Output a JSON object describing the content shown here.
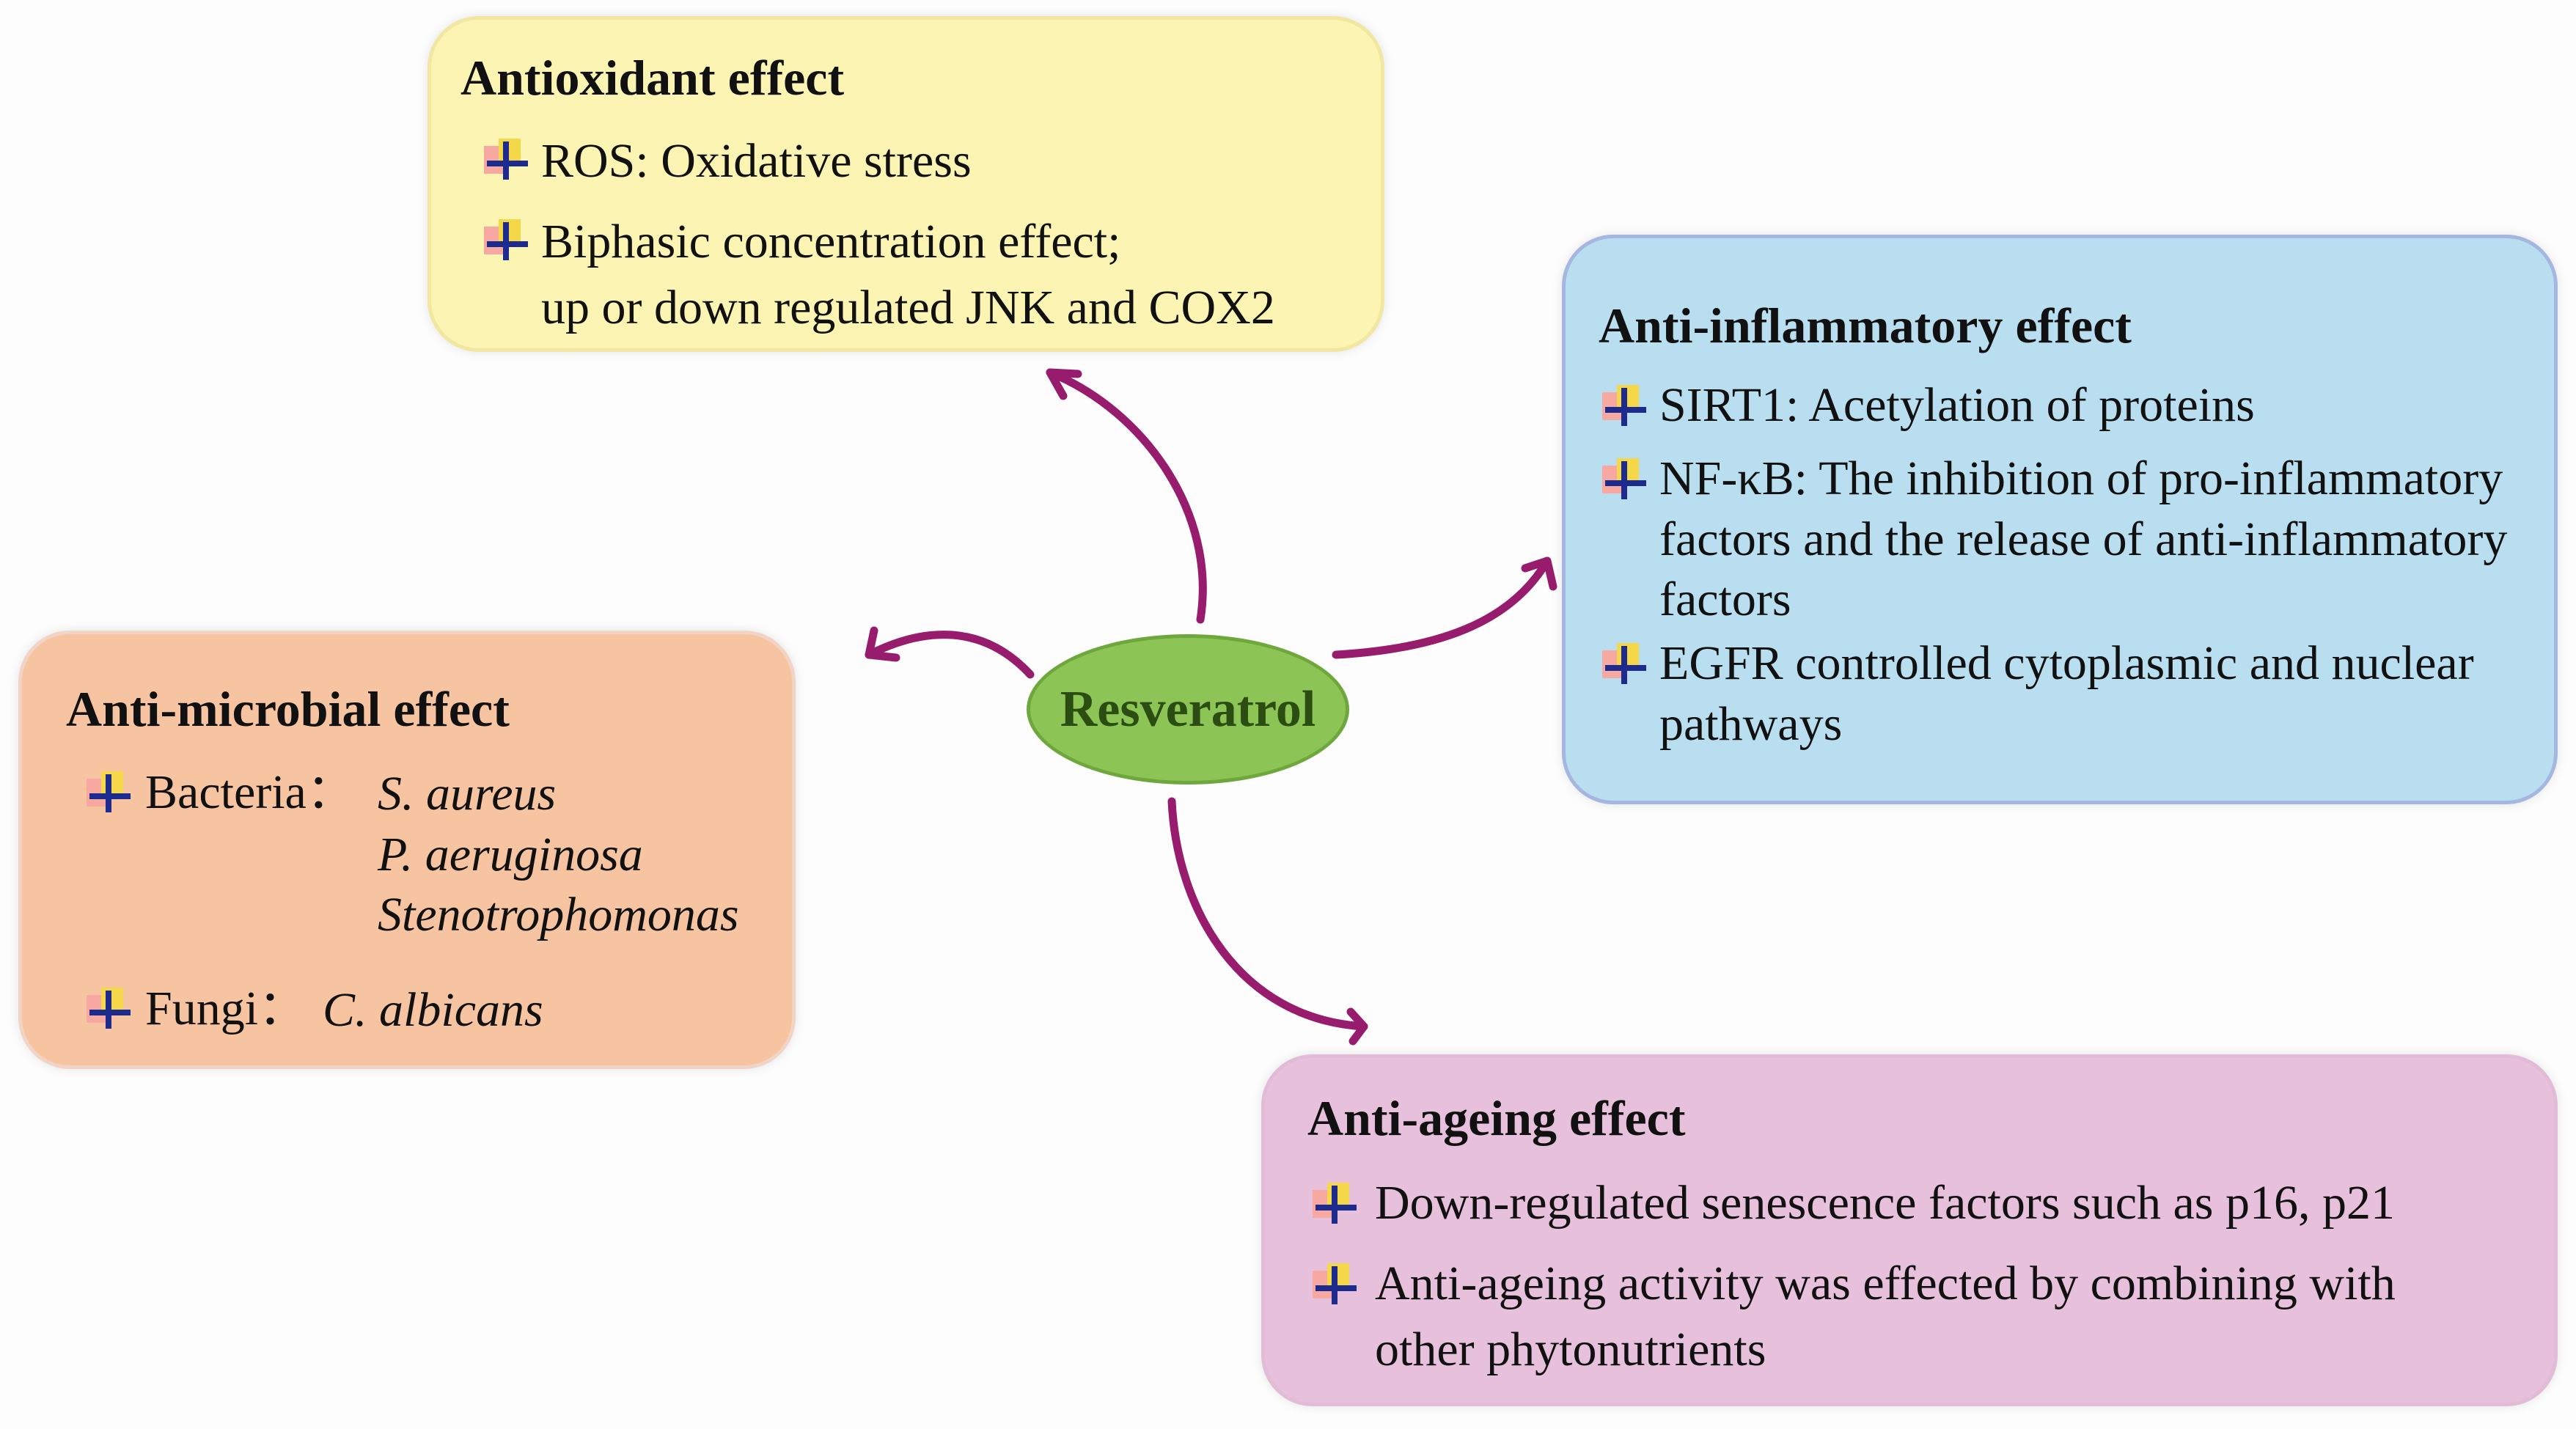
{
  "colors": {
    "antioxidant_fill": "#fbf4b2",
    "antioxidant_border": "#f1e7a1",
    "inflammatory_fill": "#b9def0",
    "inflammatory_border": "#a5b7e0",
    "microbial_fill": "#f7c4a2",
    "microbial_border": "#f1d4c6",
    "ageing_fill": "#e7c0dc",
    "ageing_border": "#e2bbd6",
    "center_fill": "#8cc456",
    "arrow": "#981c6e"
  },
  "center": {
    "label": "Resveratrol"
  },
  "antioxidant": {
    "title": "Antioxidant effect",
    "item1": "ROS: Oxidative stress",
    "item2_line1": "Biphasic concentration effect;",
    "item2_line2": "up or down regulated JNK and COX2"
  },
  "inflammatory": {
    "title": "Anti-inflammatory effect",
    "item1": "SIRT1: Acetylation of proteins",
    "item2_line1": "NF-κB: The inhibition of pro-inflammatory",
    "item2_line2": "factors and the release of anti-inflammatory",
    "item2_line3": "factors",
    "item3_line1": "EGFR controlled cytoplasmic and nuclear",
    "item3_line2": "pathways"
  },
  "microbial": {
    "title": "Anti-microbial effect",
    "bacteria_label": "Bacteria：",
    "bacteria": [
      "S. aureus",
      "P. aeruginosa",
      "Stenotrophomonas"
    ],
    "fungi_label": "Fungi：",
    "fungi": "C. albicans"
  },
  "ageing": {
    "title": "Anti-ageing effect",
    "item1": "Down-regulated senescence factors such as p16, p21",
    "item2_line1": "Anti-ageing activity was effected by combining with",
    "item2_line2": "other phytonutrients"
  }
}
